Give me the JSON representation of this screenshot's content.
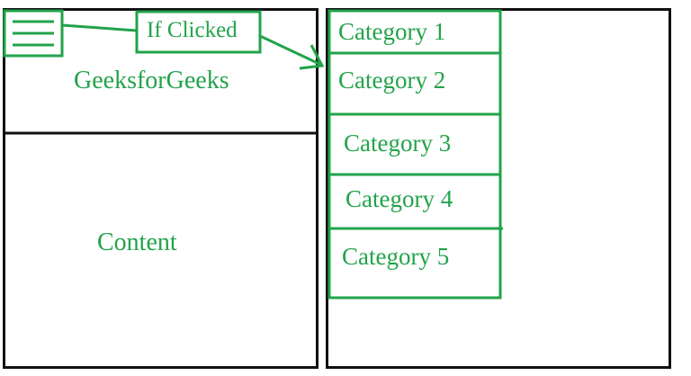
{
  "colors": {
    "accent": "#22a34a",
    "frame": "#111111"
  },
  "left_screen": {
    "menu_icon": "hamburger-icon",
    "title": "GeeksforGeeks",
    "content_label": "Content"
  },
  "annotation": {
    "label": "If Clicked"
  },
  "menu": {
    "items": [
      {
        "label": "Category 1"
      },
      {
        "label": "Category 2"
      },
      {
        "label": "Category 3"
      },
      {
        "label": "Category 4"
      },
      {
        "label": "Category 5"
      }
    ]
  }
}
